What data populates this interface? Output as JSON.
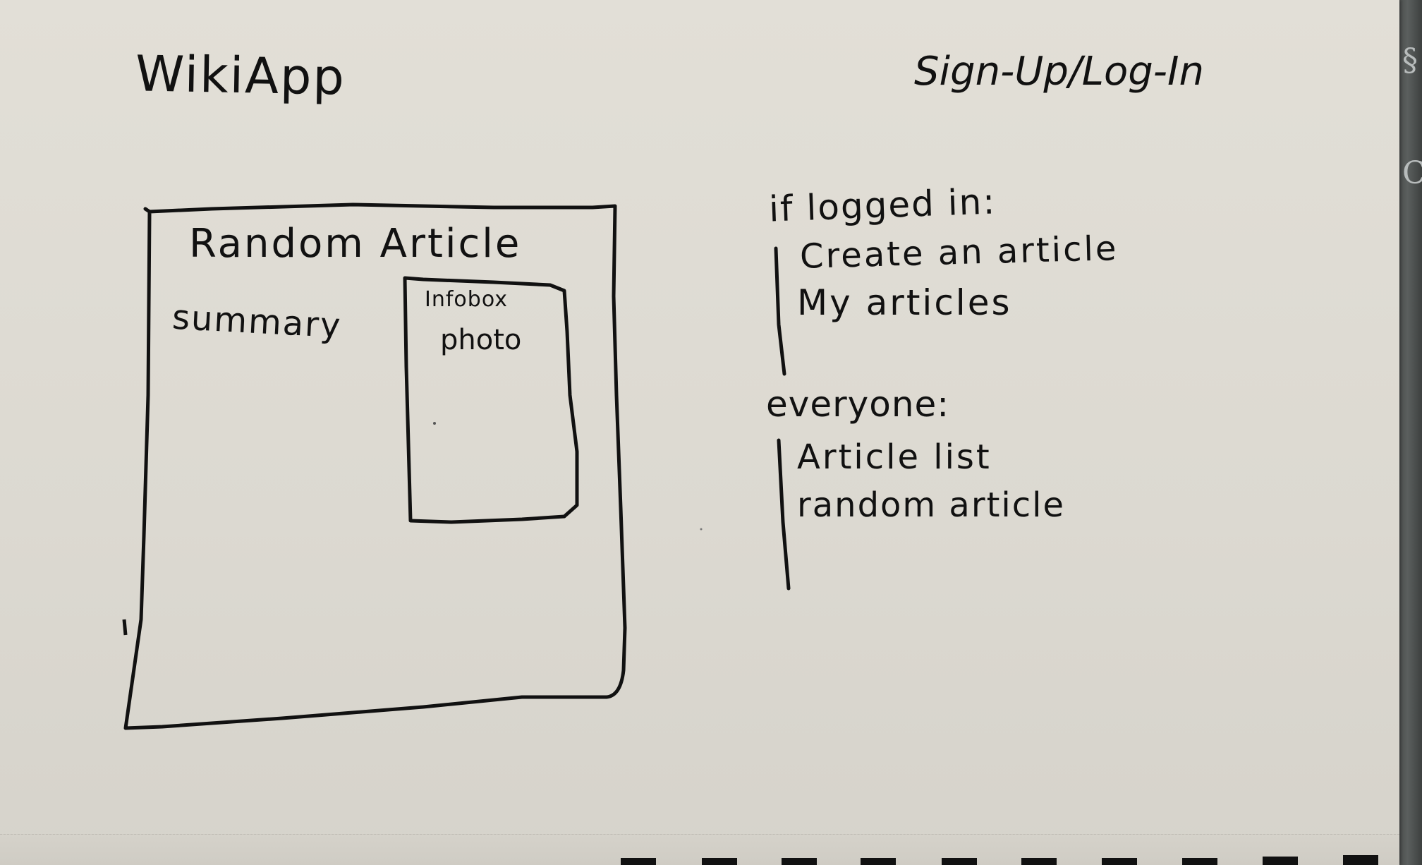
{
  "header": {
    "app_title": "WikiApp",
    "auth_link": "Sign-Up/Log-In"
  },
  "main_box": {
    "title": "Random Article",
    "summary": "summary",
    "infobox": {
      "title": "Infobox",
      "content": "photo"
    }
  },
  "menu": {
    "logged_in": {
      "heading": "if logged in:",
      "items": [
        "Create an article",
        "My articles"
      ]
    },
    "everyone": {
      "heading": "everyone:",
      "items": [
        "Article list",
        "random article"
      ]
    }
  },
  "colors": {
    "ink": "#111111",
    "paper": "#dfdcd4"
  }
}
